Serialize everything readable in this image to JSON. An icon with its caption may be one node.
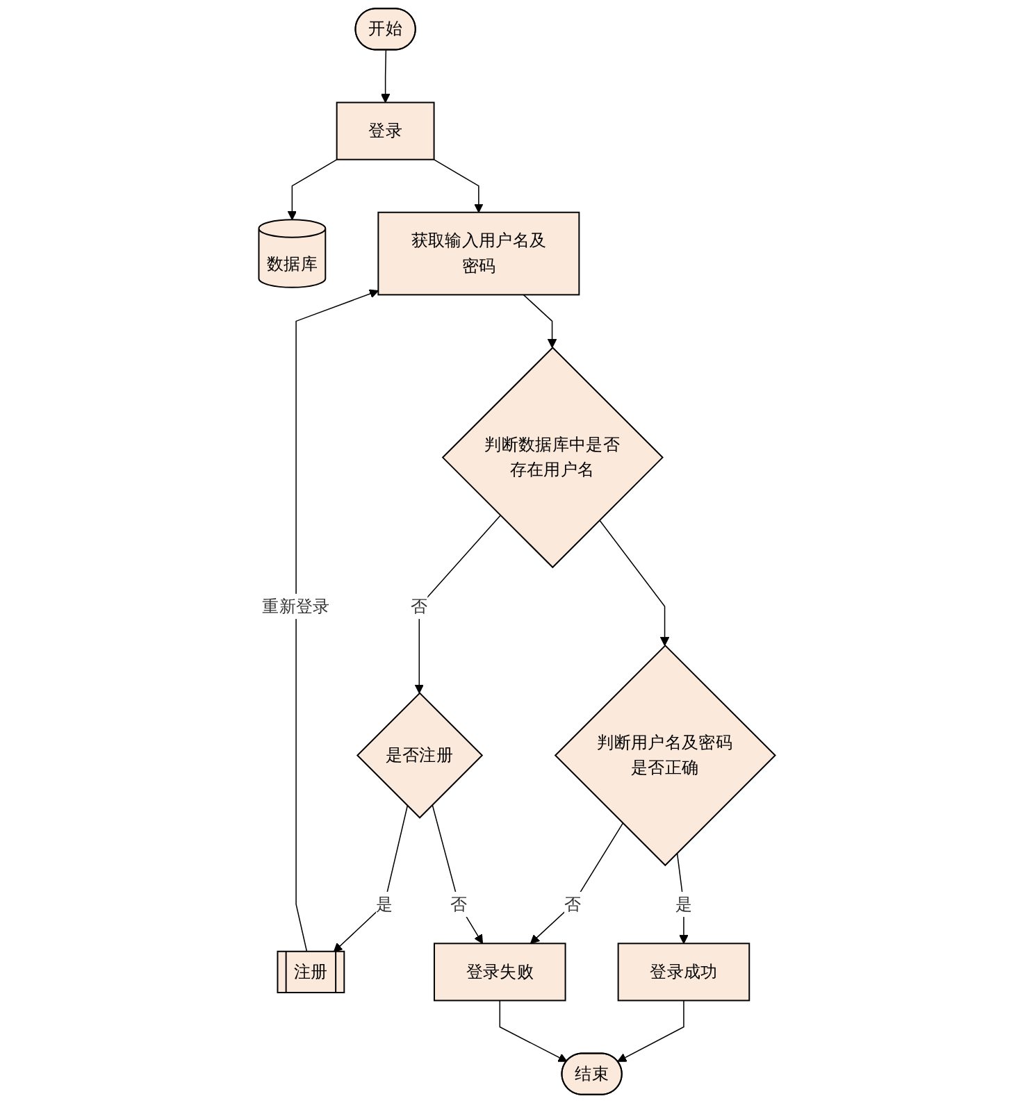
{
  "diagram": {
    "nodes": [
      {
        "text": [
          "开始"
        ]
      },
      {
        "text": [
          "登录"
        ]
      },
      {
        "text": [
          "数据库"
        ]
      },
      {
        "text": [
          "获取输入用户名及密码"
        ]
      },
      {
        "text": [
          "判断数据库中是否存在用户名"
        ]
      },
      {
        "text": [
          "判断用户名及密码是否正确"
        ]
      },
      {
        "text": [
          "是否注册"
        ]
      },
      {
        "text": [
          "注册"
        ]
      },
      {
        "text": [
          "登录成功"
        ]
      },
      {
        "text": [
          "登录失败"
        ]
      },
      {
        "text": [
          "结束"
        ]
      }
    ],
    "edges": [
      {
        "from": 0,
        "to": 1,
        "arrow": "to"
      },
      {
        "from": 1,
        "to": 2,
        "arrow": "to"
      },
      {
        "from": 1,
        "to": 3,
        "arrow": "to"
      },
      {
        "from": 3,
        "to": 4,
        "arrow": "to"
      },
      {
        "from": 4,
        "to": 6,
        "arrow": "to",
        "label": "否"
      },
      {
        "from": 4,
        "to": 5,
        "arrow": "to"
      },
      {
        "from": 5,
        "to": 8,
        "arrow": "to",
        "label": "是"
      },
      {
        "from": 5,
        "to": 9,
        "arrow": "to",
        "label": "否"
      },
      {
        "from": 6,
        "to": 7,
        "arrow": "to",
        "label": "是"
      },
      {
        "from": 6,
        "to": 9,
        "arrow": "to",
        "label": "否"
      },
      {
        "from": 7,
        "to": 3,
        "arrow": "to",
        "label": "重新登录"
      },
      {
        "from": 8,
        "to": 10,
        "arrow": "to"
      },
      {
        "from": 9,
        "to": 10,
        "arrow": "to"
      }
    ]
  }
}
